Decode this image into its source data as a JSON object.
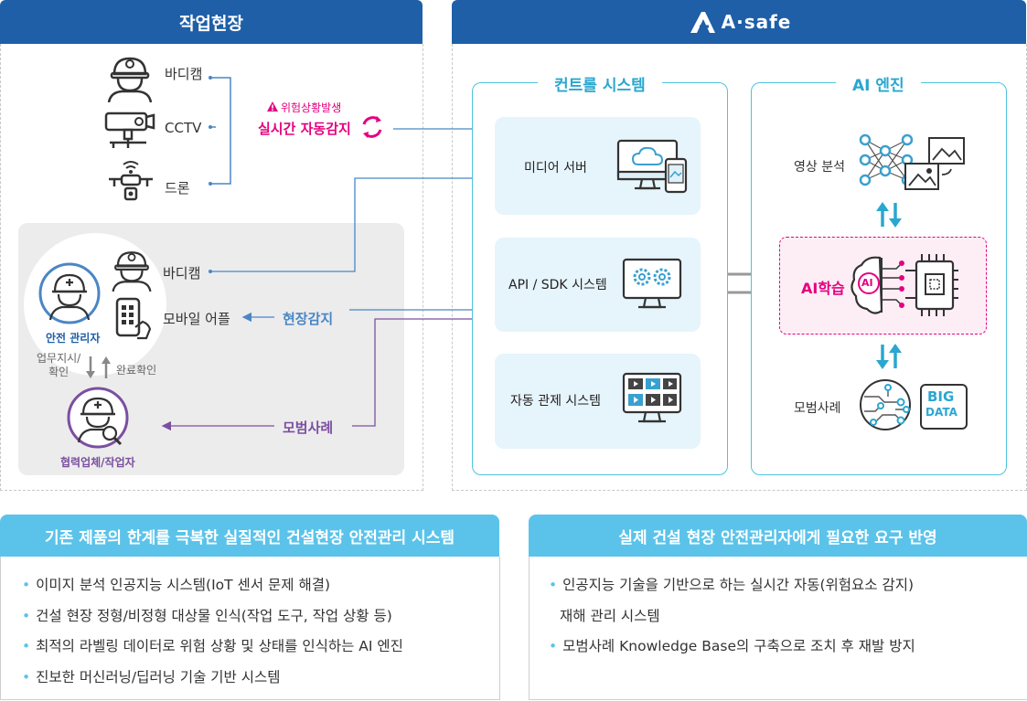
{
  "worksite": {
    "title": "작업현장",
    "bodycam": "바디캠",
    "cctv": "CCTV",
    "drone": "드론",
    "danger_label": "위험상황발생",
    "realtime_label": "실시간 자동감지",
    "field_bodycam": "바디캠",
    "mobile_app": "모바일 어플",
    "field_detect": "현장감지",
    "safety_manager": "안전 관리자",
    "work_instruction": "업무지시/\n확인",
    "completion_check": "완료확인",
    "best_practice": "모범사례",
    "partner_worker": "협력업체/작업자"
  },
  "asafe": {
    "logo": "A·safe",
    "control_title": "컨트롤 시스템",
    "media_server": "미디어 서버",
    "api_sdk": "API / SDK 시스템",
    "auto_control": "자동 관제 시스템",
    "ai_title": "AI 엔진",
    "video_analysis": "영상 분석",
    "ai_learning": "AI학습",
    "ai_badge": "AI",
    "best_practice": "모범사례",
    "big": "BIG",
    "data": "DATA"
  },
  "bottom_left": {
    "title": "기존 제품의 한계를 극복한 실질적인 건설현장 안전관리 시스템",
    "bullets": [
      "이미지 분석 인공지능 시스템(IoT 센서 문제 해결)",
      "건설 현장 정형/비정형 대상물 인식(작업 도구, 작업 상황 등)",
      "최적의 라벨링 데이터로 위험 상황 및 상태를 인식하는 AI 엔진",
      "진보한 머신러닝/딥러닝 기술 기반 시스템"
    ]
  },
  "bottom_right": {
    "title": "실제 건설 현장 안전관리자에게 필요한 요구 반영",
    "bullets": [
      "인공지능 기술을 기반으로 하는 실시간 자동(위험요소 감지)",
      "재해 관리 시스템",
      "모범사례 Knowledge Base의 구축으로 조치 후 재발 방지"
    ]
  },
  "colors": {
    "header_blue": "#1f5fa8",
    "light_blue": "#5bc3ea",
    "frame_cyan": "#4fc3de",
    "pink": "#e5007f",
    "purple": "#7b4fa0",
    "arrow_blue": "#4a86c5"
  }
}
